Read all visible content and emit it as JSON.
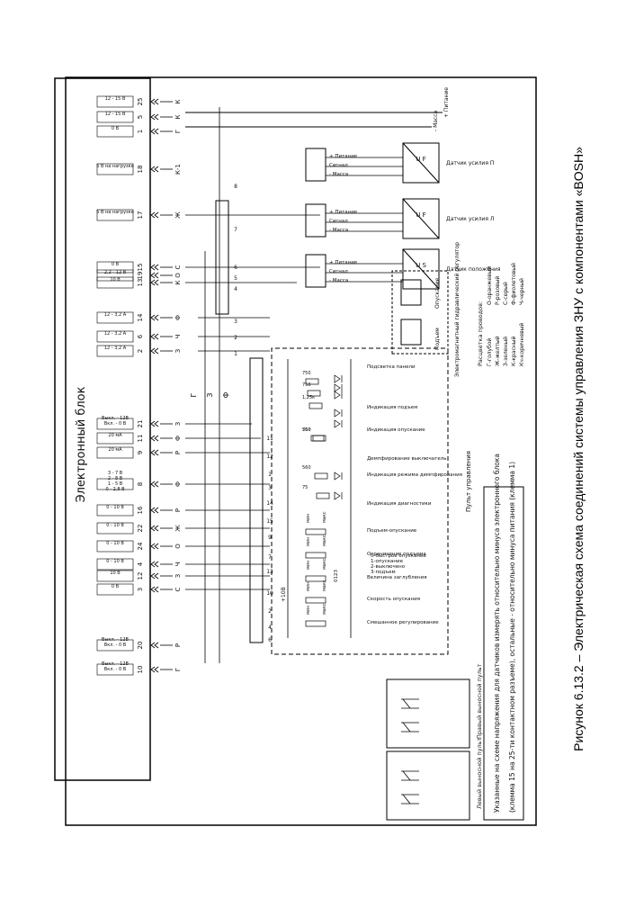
{
  "caption": "Рисунок 6.13.2 – Электрическая схема соединений системы управления ЗНУ с компонентами «BOSH»",
  "ecu_title": "Электронный блок",
  "control_panel_label": "Пульт управления",
  "note": {
    "line1": "Указанные на схеме напряжения для датчиков измерять относительно минуса электронного блока",
    "line2": "(клемма 15 на 25-ти контактном разъеме), остальные - относительно минуса питания (клемма 1)"
  },
  "pins": [
    {
      "num": "25",
      "wire": "К",
      "voltage": "12 - 15 В"
    },
    {
      "num": "5",
      "wire": "К",
      "voltage": "12 - 15 В"
    },
    {
      "num": "1",
      "wire": "Г",
      "voltage": "0 В"
    },
    {
      "num": "18",
      "wire": "К-1",
      "voltage": "5 В на нагрузке"
    },
    {
      "num": "17",
      "wire": "Ж",
      "voltage": "5 В на нагрузке"
    },
    {
      "num": "15",
      "wire": "С",
      "voltage": "0 В"
    },
    {
      "num": "19",
      "wire": "О",
      "voltage": "2,2 - 12 В"
    },
    {
      "num": "13",
      "wire": "К",
      "voltage": "10 В"
    },
    {
      "num": "14",
      "wire": "Ф",
      "voltage": "12 - 3,2 А"
    },
    {
      "num": "6",
      "wire": "Ч",
      "voltage": "12 - 3,2 А"
    },
    {
      "num": "2",
      "wire": "З",
      "voltage": "12 - 3,2 А"
    },
    {
      "num": "21",
      "wire": "З",
      "voltage": "Вкл. - 0 В / Выкл. - 12В"
    },
    {
      "num": "11",
      "wire": "Ф",
      "voltage": "20 мА"
    },
    {
      "num": "9",
      "wire": "Р",
      "voltage": "20 мА"
    },
    {
      "num": "8",
      "wire": "Ф",
      "voltage": "0 - 2,8 В / 1 - 5 В / 2 - 8 В / 3 - 7 В"
    },
    {
      "num": "16",
      "wire": "Р",
      "voltage": "0 - 10 В"
    },
    {
      "num": "22",
      "wire": "Ж",
      "voltage": "0 - 10 В"
    },
    {
      "num": "24",
      "wire": "О",
      "voltage": "0 - 10 В"
    },
    {
      "num": "4",
      "wire": "Ч",
      "voltage": "0 - 10 В"
    },
    {
      "num": "12",
      "wire": "З",
      "voltage": "10 В"
    },
    {
      "num": "3",
      "wire": "С",
      "voltage": "0 В"
    },
    {
      "num": "20",
      "wire": "Р",
      "voltage": "Вкл. - 0 В / Выкл. - 12В"
    },
    {
      "num": "10",
      "wire": "Г",
      "voltage": "Вкл. - 0 В / Выкл. - 12В"
    }
  ],
  "power": {
    "plus": "+ Питание",
    "ground": "- Масса"
  },
  "sensors": [
    {
      "title": "Датчик усилия П",
      "gauge": "U  F",
      "terminals": [
        "- Масса",
        "Сигнал",
        "+ Питание"
      ]
    },
    {
      "title": "Датчик усилия Л",
      "gauge": "U  F",
      "terminals": [
        "- Масса",
        "Сигнал",
        "+ Питание"
      ]
    },
    {
      "title": "Датчик положения",
      "gauge": "U  S",
      "terminals": [
        "- Масса",
        "Сигнал",
        "+ Питание"
      ]
    }
  ],
  "regulator": {
    "title": "Электромагнитный гидравлический регулятор",
    "coils": [
      "Подъем",
      "Опускание"
    ]
  },
  "wire_legend": {
    "title": "Расцветка проводов:",
    "col1": [
      "Г-голубой",
      "Ж-желтый",
      "З-зеленый",
      "К-красный",
      "Кч-коричневый"
    ],
    "col2": [
      "О-оранжевый",
      "Р-розовый",
      "С-серый",
      "Ф-фиолетовый",
      "Ч-черный"
    ]
  },
  "panel_functions": [
    "Подсветка панели",
    "Индикация подъем",
    "Индикация опускание",
    "Демпфирование выключатель",
    "Индикация режима демпфирования",
    "Индикация диагностики",
    "Подъем-опускание",
    "Ограничение подъема",
    "Величина заглубления",
    "Скорость опускания",
    "Смешанное регулирование"
  ],
  "selector_states": [
    "0-быстрое опускание",
    "1-опускание",
    "2-выключено",
    "3-подъем"
  ],
  "component_labels": {
    "r750": "750",
    "r125": "1,25к",
    "r560": "560",
    "r75": "75",
    "voltage_10v": "+10В",
    "pot_min": "мин",
    "pot_max": "макс",
    "switch_digits": "0123"
  },
  "remotes": [
    {
      "title": "Правый выносной пульт"
    },
    {
      "title": "Левый выносной пульт"
    }
  ],
  "cable_markers": [
    "Г",
    "З",
    "Ф"
  ],
  "connector_numbers": [
    "8",
    "7",
    "6",
    "5",
    "4",
    "3",
    "2",
    "1",
    "11",
    "12",
    "1",
    "3",
    "14",
    "15",
    "9",
    "7",
    "13",
    "10",
    "2",
    "4",
    "6"
  ]
}
